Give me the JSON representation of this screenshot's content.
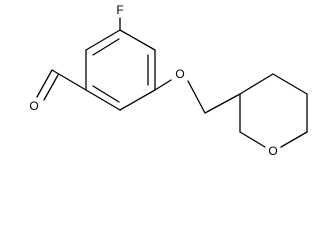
{
  "molecule": {
    "atoms": {
      "fluorine": "F",
      "ether_oxygen": "O",
      "ring_oxygen": "O",
      "aldehyde_oxygen": "O"
    },
    "colors": {
      "bond": "#000000",
      "label": "#000000",
      "background": "#ffffff"
    }
  }
}
